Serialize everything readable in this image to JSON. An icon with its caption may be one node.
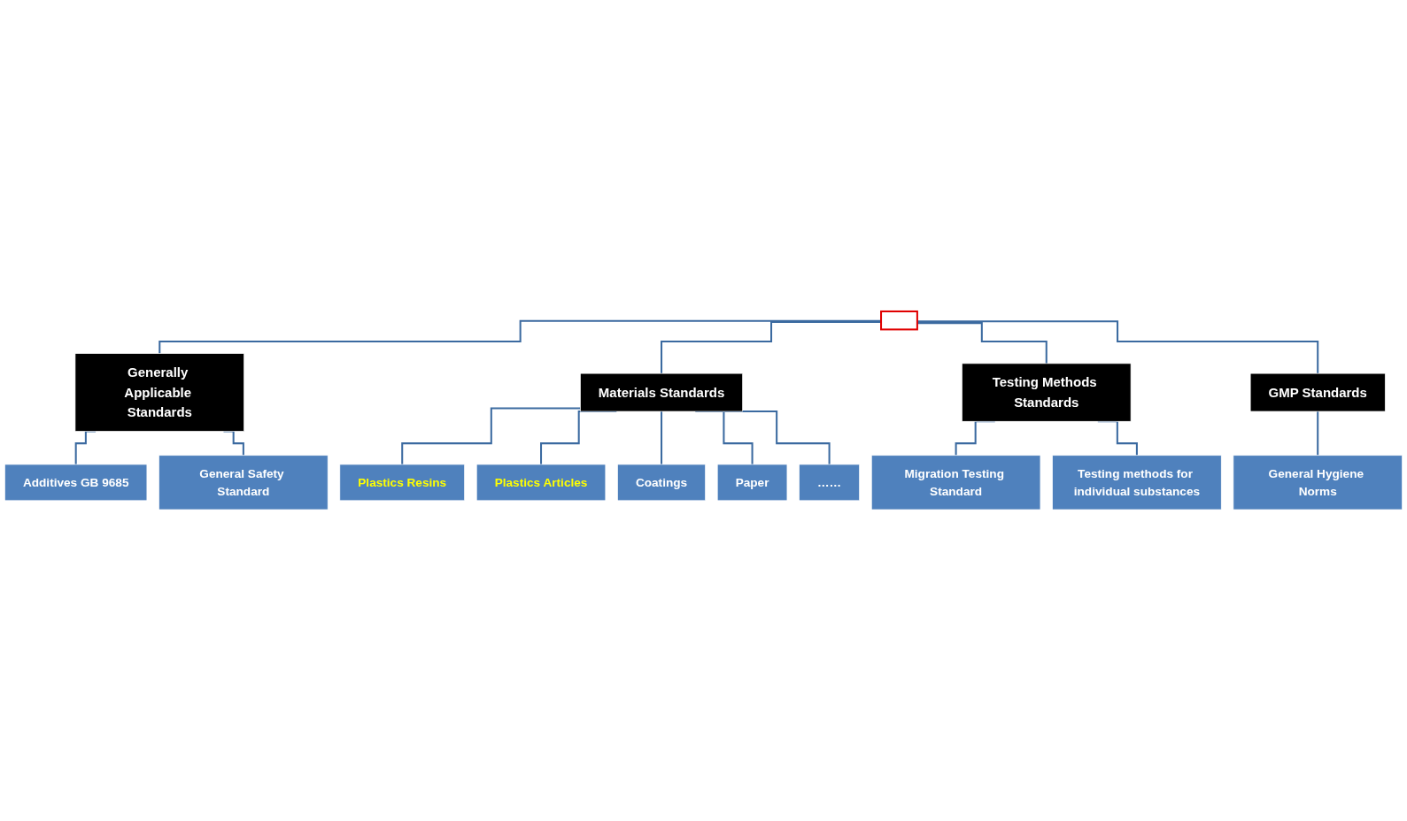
{
  "diagram": {
    "nodes": [
      {
        "text": [],
        "shape": "box"
      },
      {
        "text": [
          "Generally Applicable Standards"
        ]
      },
      {
        "text": [
          "Materials Standards"
        ]
      },
      {
        "text": [
          "Testing Methods Standards"
        ]
      },
      {
        "text": [
          "GMP Standards"
        ]
      },
      {
        "text": [
          "Additives GB 9685"
        ]
      },
      {
        "text": [
          "General Safety Standard"
        ]
      },
      {
        "text": [
          "Plastics Resins"
        ]
      },
      {
        "text": [
          "Plastics Articles"
        ]
      },
      {
        "text": [
          "Coatings"
        ]
      },
      {
        "text": [
          "Paper"
        ]
      },
      {
        "text": [
          "……"
        ]
      },
      {
        "text": [
          "Migration Testing Standard"
        ]
      },
      {
        "text": [
          "Testing methods for individual substances"
        ]
      },
      {
        "text": [
          "General Hygiene Norms"
        ]
      }
    ],
    "edges": [
      {
        "from": 0,
        "to": 1,
        "arrow": "none"
      },
      {
        "from": 0,
        "to": 2,
        "arrow": "none"
      },
      {
        "from": 0,
        "to": 3,
        "arrow": "none"
      },
      {
        "from": 0,
        "to": 4,
        "arrow": "none"
      },
      {
        "from": 1,
        "to": 5,
        "arrow": "none"
      },
      {
        "from": 1,
        "to": 6,
        "arrow": "none"
      },
      {
        "from": 2,
        "to": 7,
        "arrow": "none"
      },
      {
        "from": 2,
        "to": 8,
        "arrow": "none"
      },
      {
        "from": 2,
        "to": 9,
        "arrow": "none"
      },
      {
        "from": 2,
        "to": 10,
        "arrow": "none"
      },
      {
        "from": 2,
        "to": 11,
        "arrow": "none"
      },
      {
        "from": 3,
        "to": 12,
        "arrow": "none"
      },
      {
        "from": 3,
        "to": 13,
        "arrow": "none"
      },
      {
        "from": 4,
        "to": 14,
        "arrow": "none"
      }
    ]
  }
}
